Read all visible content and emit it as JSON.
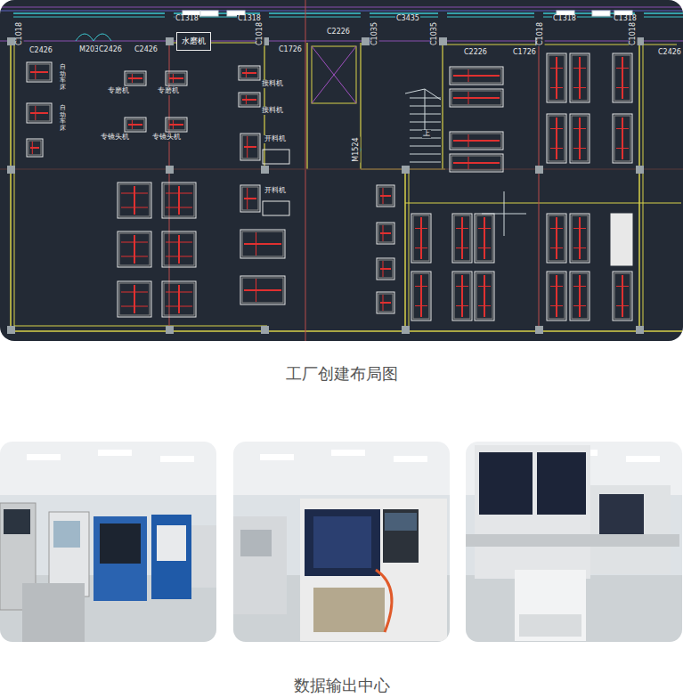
{
  "diagram": {
    "nodes": [
      {
        "text": [
          "水磨机"
        ]
      }
    ],
    "labels": [
      "C1018",
      "C1318",
      "C1318",
      "C1018",
      "C2426",
      "M2030",
      "C2426",
      "C2426",
      "C1726",
      "C2226",
      "C1035",
      "C3435",
      "C1035",
      "C2226",
      "C1726",
      "C1018",
      "C1318",
      "C1318",
      "C1018",
      "C2426",
      "M1524",
      "上",
      "自动车床",
      "自动车床",
      "专磨机",
      "专磨机",
      "专镜头机",
      "专镜头机",
      "接料机",
      "接料机",
      "开料机",
      "开料机",
      "工厂创建布局图",
      "数据输出中心"
    ]
  }
}
